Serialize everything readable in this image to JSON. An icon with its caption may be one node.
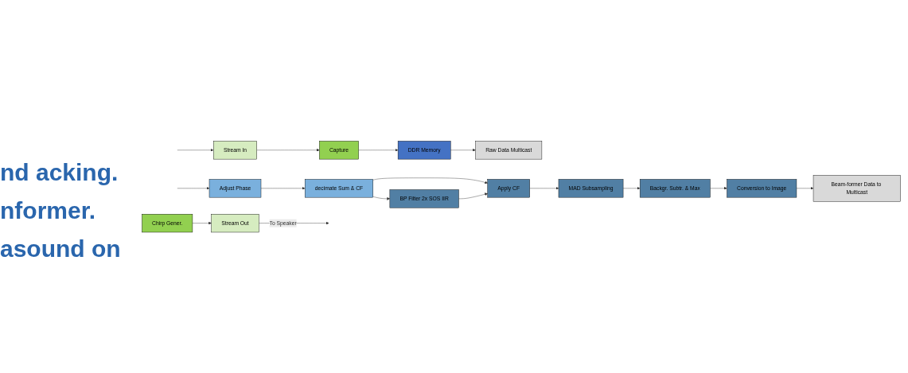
{
  "diagram": {
    "nodes": [
      {
        "text": [
          "Stream In"
        ]
      },
      {
        "text": [
          "Capture"
        ]
      },
      {
        "text": [
          "DDR Memory"
        ]
      },
      {
        "text": [
          "Raw Data Multicast"
        ]
      },
      {
        "text": [
          "Chirp Gener."
        ]
      },
      {
        "text": [
          "Stream Out"
        ]
      },
      {
        "text": [
          "Adjust Phase"
        ]
      },
      {
        "text": [
          "decimate Sum & CF"
        ]
      },
      {
        "text": [
          "BP Filter 2x SOS IIR"
        ]
      },
      {
        "text": [
          "Apply CF"
        ]
      },
      {
        "text": [
          "MAD Subsampling"
        ]
      },
      {
        "text": [
          "Backgr. Subtr. & Max"
        ]
      },
      {
        "text": [
          "Conversion to Image"
        ]
      },
      {
        "text": [
          "Beam-former Data to Multicast"
        ]
      }
    ],
    "edges": [
      {
        "from": null,
        "to": 0,
        "arrow": "to"
      },
      {
        "from": 0,
        "to": 1,
        "arrow": "to"
      },
      {
        "from": 1,
        "to": 2,
        "arrow": "to"
      },
      {
        "from": 2,
        "to": 3,
        "arrow": "to"
      },
      {
        "from": 4,
        "to": 5,
        "arrow": "to"
      },
      {
        "from": 5,
        "to": null,
        "label": "To Speaker",
        "arrow": "to"
      },
      {
        "from": null,
        "to": 6,
        "arrow": "to"
      },
      {
        "from": 6,
        "to": 7,
        "arrow": "to"
      },
      {
        "from": 7,
        "to": 8,
        "arrow": "to"
      },
      {
        "from": 7,
        "to": 9,
        "arrow": "to"
      },
      {
        "from": 8,
        "to": 9,
        "arrow": "to"
      },
      {
        "from": 9,
        "to": 10,
        "arrow": "to"
      },
      {
        "from": 10,
        "to": 11,
        "arrow": "to"
      },
      {
        "from": 11,
        "to": 12,
        "arrow": "to"
      },
      {
        "from": 12,
        "to": 13,
        "arrow": "to"
      }
    ],
    "labels": [
      "nd acking.",
      "nformer.",
      "asound on"
    ]
  }
}
